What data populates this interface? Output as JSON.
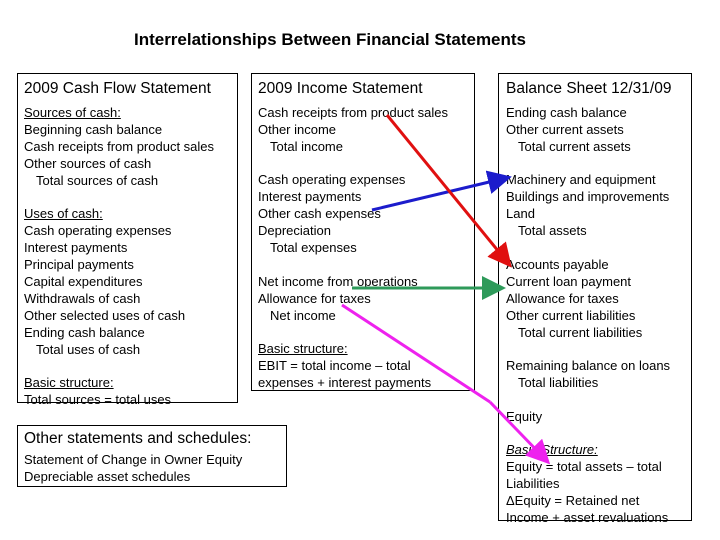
{
  "title": "Interrelationships Between Financial Statements",
  "cash_flow": {
    "heading": "2009 Cash Flow Statement",
    "sources_label": "Sources of cash:",
    "sources": [
      "Beginning cash balance",
      "Cash receipts from product sales",
      "Other sources of cash"
    ],
    "sources_total": "Total sources of cash",
    "uses_label": "Uses of cash:",
    "uses": [
      "Cash operating expenses",
      "Interest payments",
      "Principal payments",
      "Capital expenditures",
      "Withdrawals of cash",
      "Other selected uses of cash",
      "Ending cash balance"
    ],
    "uses_total": "Total uses of cash",
    "structure_label": "Basic structure:",
    "structure": "Total sources = total uses"
  },
  "income": {
    "heading": "2009 Income Statement",
    "income_items": [
      "Cash receipts from product sales",
      "Other income"
    ],
    "income_total": "Total income",
    "expense_items": [
      "Cash operating expenses",
      "Interest payments",
      "Other cash expenses",
      "Depreciation"
    ],
    "expense_total": "Total expenses",
    "net_items": [
      "Net income from operations",
      "Allowance for taxes"
    ],
    "net_total": "Net income",
    "structure_label": "Basic structure:",
    "structure_lines": [
      "EBIT = total income – total",
      "expenses + interest payments"
    ]
  },
  "balance": {
    "heading": "Balance Sheet 12/31/09",
    "current_assets": [
      "Ending cash balance",
      "Other current assets"
    ],
    "current_assets_total": "Total current assets",
    "fixed_assets": [
      "Machinery and equipment",
      "Buildings and improvements",
      "Land"
    ],
    "assets_total": "Total assets",
    "current_liabilities": [
      "Accounts payable",
      "Current loan payment",
      "Allowance for taxes",
      "Other current liabilities"
    ],
    "current_liabilities_total": "Total current liabilities",
    "long_term": "Remaining balance on loans",
    "liabilities_total": "Total liabilities",
    "equity": "Equity",
    "structure_label": "Basic Structure:",
    "structure_lines": [
      "Equity = total assets – total",
      "Liabilities",
      "ΔEquity = Retained net",
      "Income + asset revaluations"
    ]
  },
  "other": {
    "heading": "Other statements and schedules:",
    "items": [
      "Statement of Change in Owner Equity",
      "Depreciable asset schedules"
    ]
  },
  "arrow_colors": {
    "blue": "#1c1ccc",
    "red": "#e01010",
    "green": "#2e9a5a",
    "magenta": "#ee22ee"
  }
}
